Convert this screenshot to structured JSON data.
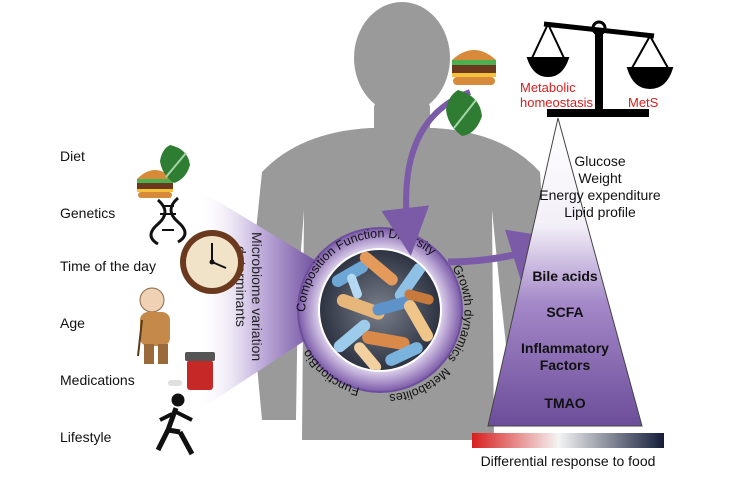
{
  "determinants": [
    "Diet",
    "Genetics",
    "Time of the day",
    "Age",
    "Medications",
    "Lifestyle"
  ],
  "cone_label": [
    "Microbiome variation",
    "determinants"
  ],
  "ring_top": "Composition Function Diversity",
  "ring_right": "Growth dynamics",
  "ring_bottom": "Metabolites",
  "ring_left": "FunctionBio",
  "scale": {
    "left": "Metabolic\nhomeostasis",
    "right": "MetS"
  },
  "triangle_plain": [
    "Glucose",
    "Weight",
    "Energy expenditure",
    "Lipid profile"
  ],
  "triangle_bold": [
    "Bile acids",
    "SCFA",
    "Inflammatory\nFactors",
    "TMAO"
  ],
  "legend_label": "Differential response to food",
  "colors": {
    "purple": "#7b5aa8",
    "red": "#d62020",
    "navy": "#16203f",
    "silhouette": "#9a9a9a"
  }
}
